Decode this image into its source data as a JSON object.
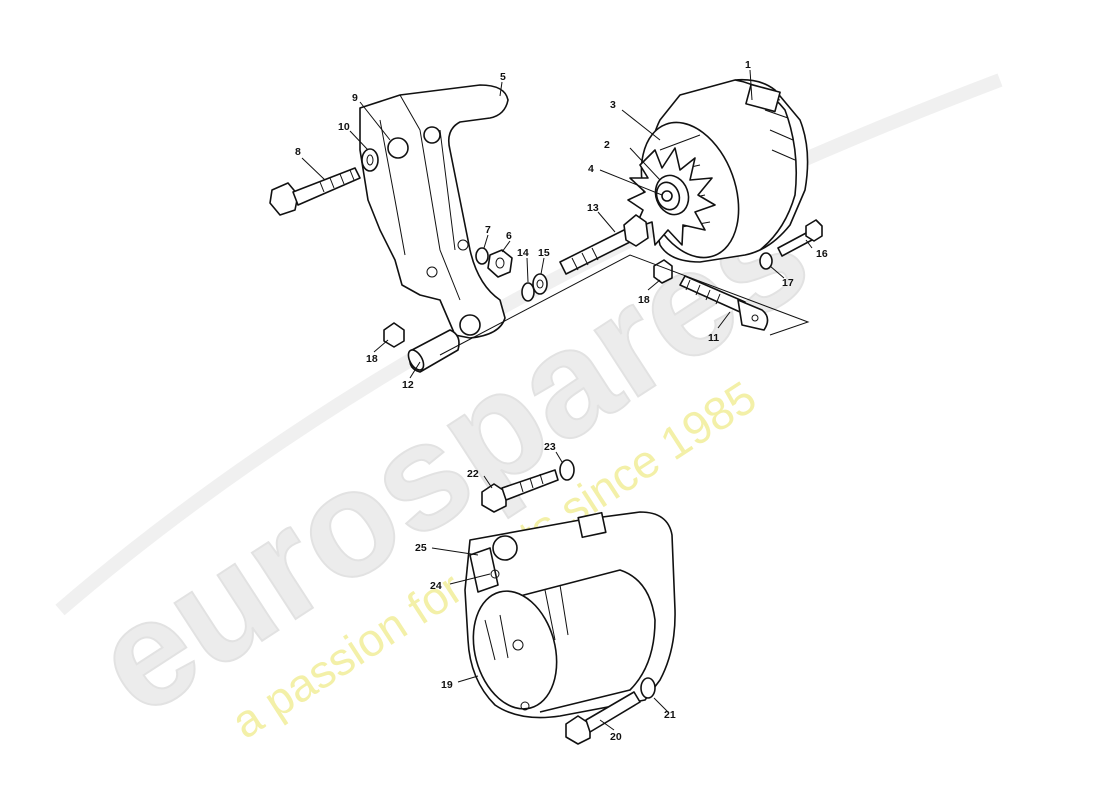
{
  "watermark": {
    "logo": "eurospares",
    "tagline": "a passion for parts since 1985",
    "logo_color": "#ececec",
    "tagline_color": "#f3f0a8"
  },
  "callouts": [
    {
      "id": "c1",
      "text": "1"
    },
    {
      "id": "c2",
      "text": "2"
    },
    {
      "id": "c3",
      "text": "3"
    },
    {
      "id": "c4",
      "text": "4"
    },
    {
      "id": "c5",
      "text": "5"
    },
    {
      "id": "c6",
      "text": "6"
    },
    {
      "id": "c7",
      "text": "7"
    },
    {
      "id": "c8",
      "text": "8"
    },
    {
      "id": "c9",
      "text": "9"
    },
    {
      "id": "c10",
      "text": "10"
    },
    {
      "id": "c11",
      "text": "11"
    },
    {
      "id": "c12",
      "text": "12"
    },
    {
      "id": "c13",
      "text": "13"
    },
    {
      "id": "c14",
      "text": "14"
    },
    {
      "id": "c15",
      "text": "15"
    },
    {
      "id": "c16",
      "text": "16"
    },
    {
      "id": "c17",
      "text": "17"
    },
    {
      "id": "c18a",
      "text": "18"
    },
    {
      "id": "c18b",
      "text": "18"
    },
    {
      "id": "c19",
      "text": "19"
    },
    {
      "id": "c20",
      "text": "20"
    },
    {
      "id": "c21",
      "text": "21"
    },
    {
      "id": "c22",
      "text": "22"
    },
    {
      "id": "c23",
      "text": "23"
    },
    {
      "id": "c24",
      "text": "24"
    },
    {
      "id": "c25",
      "text": "25"
    }
  ]
}
